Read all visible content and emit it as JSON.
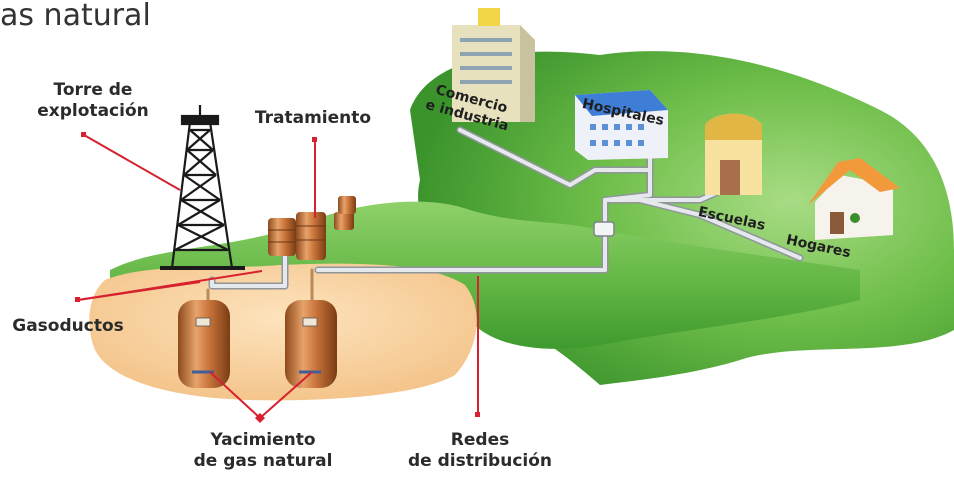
{
  "title": "as natural",
  "labels": {
    "torre_line1": "Torre de",
    "torre_line2": "explotación",
    "tratamiento": "Tratamiento",
    "gasoductos": "Gasoductos",
    "yacimiento_line1": "Yacimiento",
    "yacimiento_line2": "de gas natural",
    "redes_line1": "Redes",
    "redes_line2": "de distribución"
  },
  "buildings": {
    "comercio_line1": "Comercio",
    "comercio_line2": "e industria",
    "hospitales": "Hospitales",
    "escuelas": "Escuelas",
    "hogares": "Hogares"
  },
  "colors": {
    "ground_green": "#6fbe4a",
    "ground_green_dark": "#3f9a2e",
    "deposit_orange": "#f6c98e",
    "pointer_red": "#d7212f",
    "pipe_grey": "#d9dde0",
    "tank_copper": "#c8743a"
  }
}
